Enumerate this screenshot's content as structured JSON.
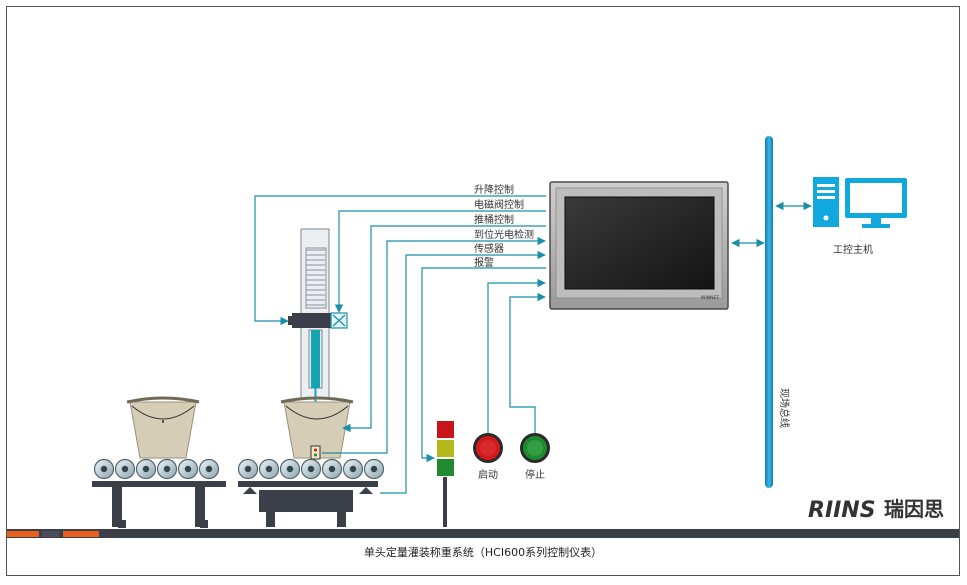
{
  "signals": {
    "lift": "升降控制",
    "valve": "电磁阀控制",
    "push": "推桶控制",
    "photo": "到位光电检测",
    "sensor": "传感器",
    "alarm": "报警"
  },
  "buttons": {
    "start": "启动",
    "stop": "停止"
  },
  "pc_label": "工控主机",
  "bus_label": "现场总线",
  "hmi_brand": "WINNET",
  "brand": {
    "latin": "RIINS",
    "chinese": "瑞因思"
  },
  "caption": "单头定量灌装称重系统（HCI600系列控制仪表）",
  "colors": {
    "accent": "#1a8fa8",
    "bus": "#1ea0c8",
    "stack_red": "#c8151c",
    "stack_yellow": "#b5b81a",
    "stack_green": "#1f8a2e",
    "start_button": "#d3191c",
    "stop_button": "#1f8a2e",
    "stripe_orange": "#e8601c"
  }
}
